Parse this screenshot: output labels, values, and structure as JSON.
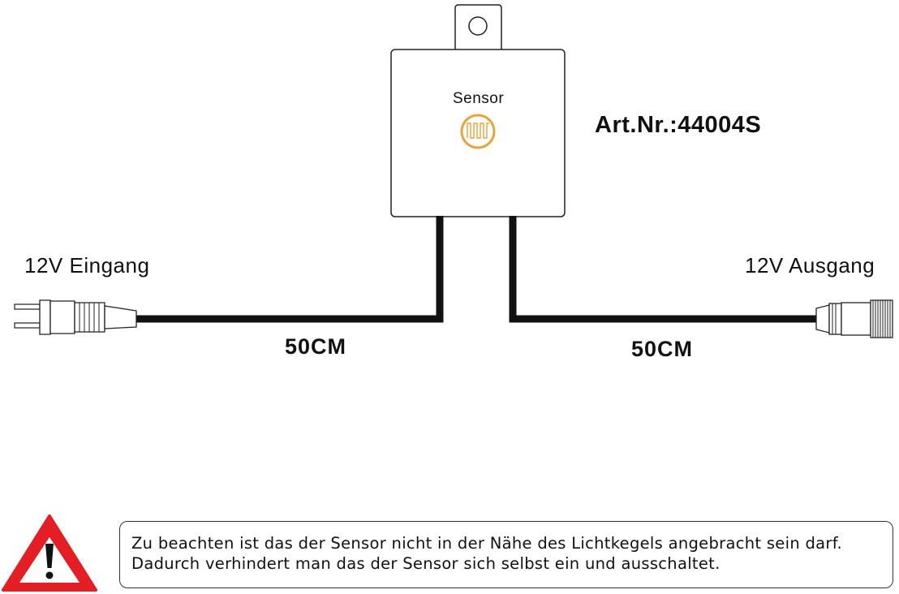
{
  "device": {
    "sensor_label": "Sensor",
    "art_number": "Art.Nr.:44004S"
  },
  "connectors": {
    "input_label": "12V Eingang",
    "output_label": "12V Ausgang"
  },
  "cables": {
    "left_length": "50CM",
    "right_length": "50CM"
  },
  "notice": {
    "line1": "Zu beachten ist das der Sensor nicht in der Nähe des Lichtkegels angebracht sein darf.",
    "line2": "Dadurch verhindert man das der Sensor sich selbst ein und ausschaltet."
  },
  "icons": {
    "warning": "warning-triangle-icon",
    "sensor": "sensor-element-icon"
  },
  "colors": {
    "warning_red": "#e31e24",
    "sensor_ring": "#e8a33c",
    "cable": "#111111"
  }
}
